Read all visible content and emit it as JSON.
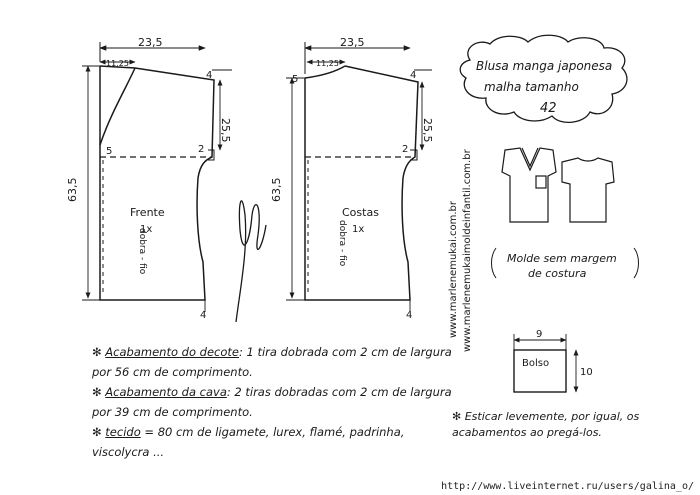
{
  "title": {
    "line1": "Blusa manga japonesa",
    "line2": "malha tamanho",
    "line3": "42"
  },
  "front": {
    "name": "Frente",
    "qty": "1x",
    "fold": "dobra - fio",
    "width": "23,5",
    "neck": "11,25",
    "shoulder": "4",
    "sleeve_drop": "25,5",
    "armhole": "2",
    "neck_depth": "5",
    "length": "63,5",
    "hem": "4"
  },
  "back": {
    "name": "Costas",
    "qty": "1x",
    "fold": "dobra - fio",
    "width": "23,5",
    "neck": "11,25",
    "neck_depth": "5",
    "shoulder": "4",
    "sleeve_drop": "25,5",
    "armhole": "2",
    "length": "63,5",
    "hem": "4"
  },
  "websites": [
    "www.marlenemukai.com.br",
    "www.marlenemukaimoldeinfantil.com.br"
  ],
  "molde_note": {
    "line1": "Molde sem margem",
    "line2": "de costura"
  },
  "bolso": {
    "label": "Bolso",
    "width": "9",
    "height": "10"
  },
  "notes": [
    {
      "bullet": "✻",
      "term": "Acabamento do decote",
      "text": ": 1 tira dobrada com 2 cm de largura por 56 cm de comprimento."
    },
    {
      "bullet": "✻",
      "term": "Acabamento da cava",
      "text": ": 2 tiras dobradas com 2 cm de largura por 39 cm de comprimento."
    },
    {
      "bullet": "✻",
      "term": "tecido",
      "text": " = 80 cm de ligamete, lurex, flamé, padrinha, viscolycra ..."
    }
  ],
  "note_right": {
    "bullet": "✻",
    "text": "Esticar levemente, por igual, os acabamentos ao pregá-los."
  },
  "watermark": "http://www.liveinternet.ru/users/galina_o/"
}
